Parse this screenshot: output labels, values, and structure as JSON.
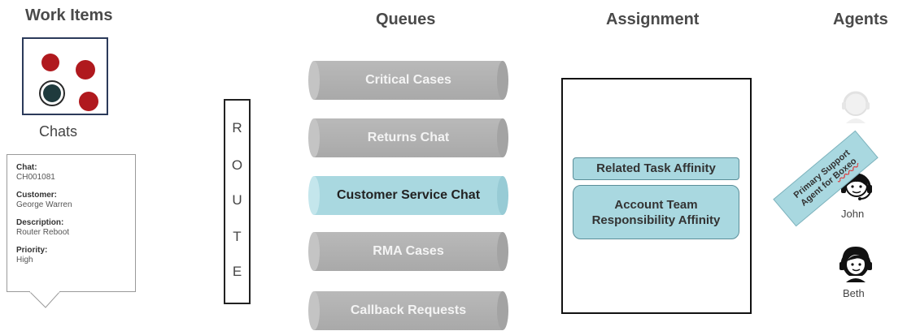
{
  "headings": {
    "work_items": "Work Items",
    "queues": "Queues",
    "assignment": "Assignment",
    "agents": "Agents"
  },
  "work_items": {
    "channel_label": "Chats",
    "details": [
      {
        "label": "Chat:",
        "value": "CH001081"
      },
      {
        "label": "Customer:",
        "value": "George Warren"
      },
      {
        "label": "Description:",
        "value": "Router Reboot"
      },
      {
        "label": "Priority:",
        "value": "High"
      }
    ]
  },
  "route": {
    "letters": [
      "R",
      "O",
      "U",
      "T",
      "E"
    ]
  },
  "queues": [
    {
      "label": "Critical Cases",
      "active": false
    },
    {
      "label": "Returns Chat",
      "active": false
    },
    {
      "label": "Customer Service Chat",
      "active": true
    },
    {
      "label": "RMA Cases",
      "active": false
    },
    {
      "label": "Callback Requests",
      "active": false
    }
  ],
  "assignment": {
    "affinities": [
      "Related Task Affinity",
      "Account Team Responsibility Affinity"
    ]
  },
  "agents": {
    "banner_line1": "Primary Support",
    "banner_line2_prefix": "Agent for ",
    "banner_line2_brand": "Boxeo",
    "names": [
      "John",
      "Beth"
    ]
  },
  "colors": {
    "chat_dot": "#b0191e",
    "selected_dot": "#1f3a3d",
    "highlight": "#a9d8e0",
    "queue_gray": "#b0b0b0"
  }
}
